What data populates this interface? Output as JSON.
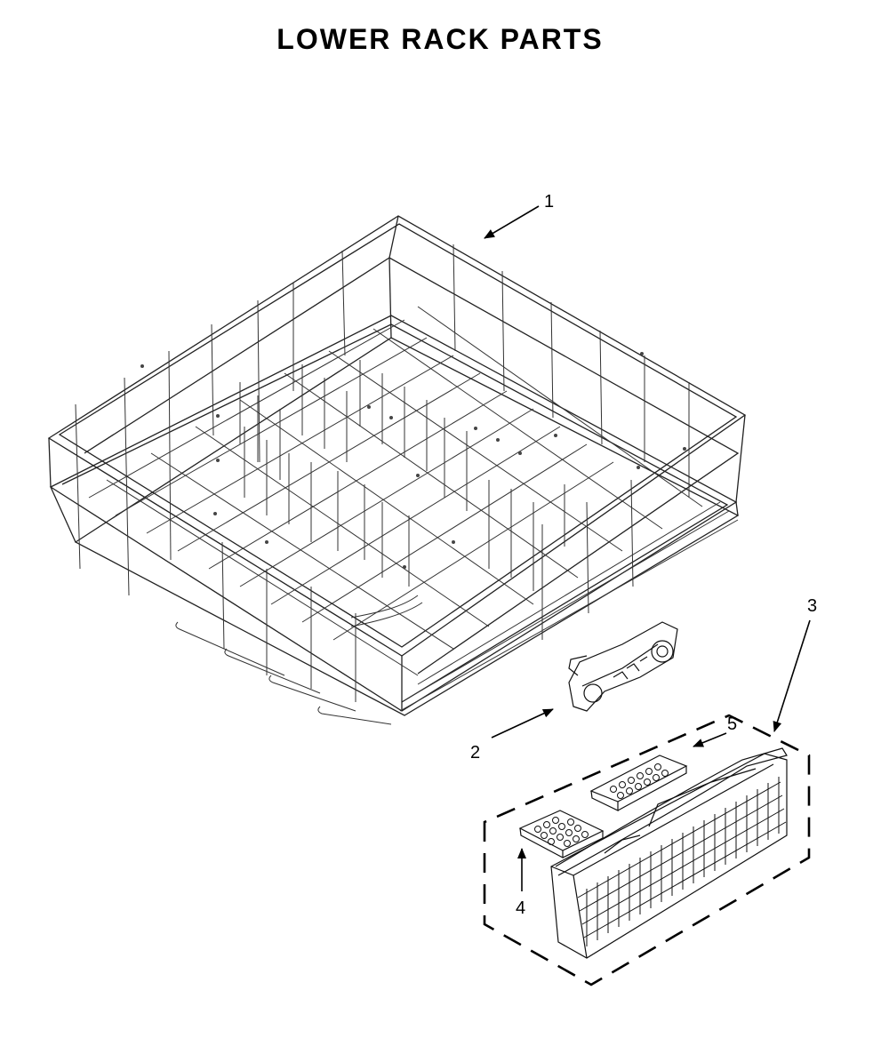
{
  "page": {
    "title": "LOWER RACK PARTS"
  },
  "callouts": [
    {
      "id": "1",
      "label": "1"
    },
    {
      "id": "2",
      "label": "2"
    },
    {
      "id": "3",
      "label": "3"
    },
    {
      "id": "4",
      "label": "4"
    },
    {
      "id": "5",
      "label": "5"
    }
  ],
  "colors": {
    "line": "#000000",
    "background": "#ffffff"
  }
}
